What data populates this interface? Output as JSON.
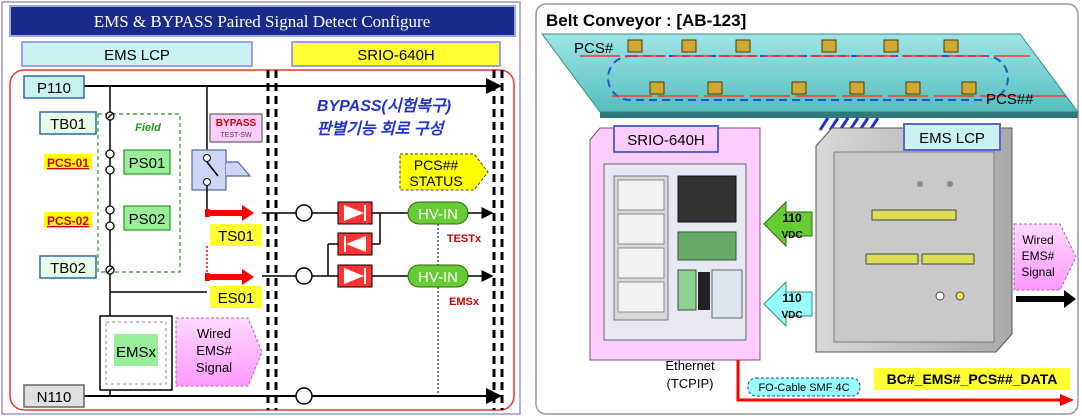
{
  "left": {
    "title": "EMS & BYPASS Paired Signal Detect Configure",
    "ems_lcp_label": "EMS LCP",
    "srio_label": "SRIO-640H",
    "p110": "P110",
    "n110": "N110",
    "tb01": "TB01",
    "tb02": "TB02",
    "field_label": "Field",
    "pcs01": "PCS-01",
    "pcs02": "PCS-02",
    "ps01": "PS01",
    "ps02": "PS02",
    "bypass_title": "BYPASS",
    "bypass_sub": "TEST-SW",
    "korean_line1": "BYPASS(시험복구)",
    "korean_line2": "판별기능 회로 구성",
    "pcs_status_line1": "PCS##",
    "pcs_status_line2": "STATUS",
    "ts01": "TS01",
    "es01": "ES01",
    "hv_in_1": "HV-IN",
    "hv_in_2": "HV-IN",
    "testx": "TESTx",
    "emsx_out": "EMSx",
    "emsx_box": "EMSx",
    "wired_signal": [
      "Wired",
      "EMS#",
      "Signal"
    ]
  },
  "right": {
    "title": "Belt Conveyor : [AB-123]",
    "pcs_hash_1": "PCS#",
    "pcs_hash_2": "PCS##",
    "srio_label": "SRIO-640H",
    "ems_lcp_label": "EMS LCP",
    "vdc1": [
      "110",
      "VDC"
    ],
    "vdc2": [
      "110",
      "VDC"
    ],
    "wired_signal": [
      "Wired",
      "EMS#",
      "Signal"
    ],
    "ethernet": [
      "Ethernet",
      "(TCPIP)"
    ],
    "fo_cable": "FO-Cable SMF 4C",
    "bc_data": "BC#_EMS#_PCS##_DATA"
  },
  "colors": {
    "title_bg": "#1a2a8c",
    "ems_lcp_bg": "#c9f3f3",
    "srio_bg": "#ffff33",
    "label_bg": "#e6ffe6",
    "ps_bg": "#99ee99",
    "pcs_highlight": "#ffff00",
    "red": "#ff0000",
    "pink": "#ff99ff",
    "blue_text": "#2233cc",
    "conveyor": "#66cccc",
    "hv_green": "#66cc33"
  }
}
